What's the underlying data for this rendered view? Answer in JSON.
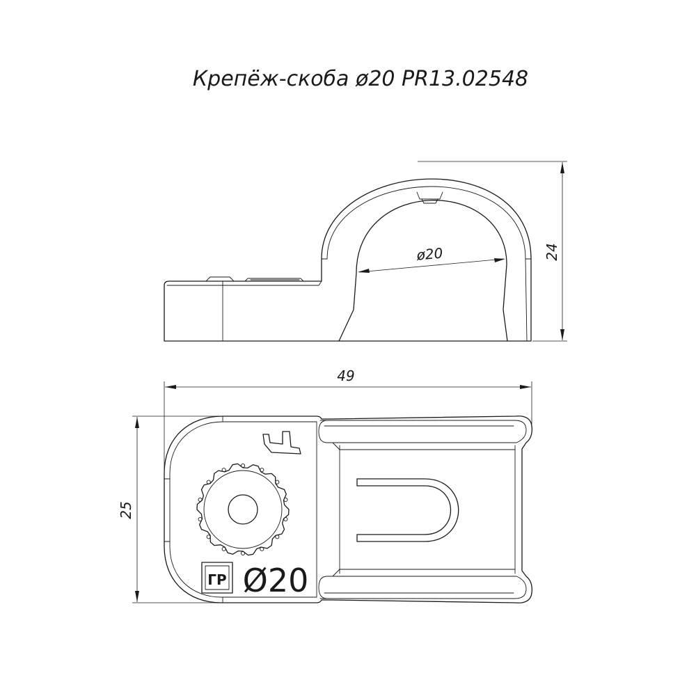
{
  "title": "Крепёж-скоба ø20 PR13.02548",
  "dimensions": {
    "inner_diameter": "ø20",
    "height": "24",
    "length": "49",
    "width": "25"
  },
  "marking": {
    "logo_text": "ГР",
    "size_text": "Ø20"
  }
}
